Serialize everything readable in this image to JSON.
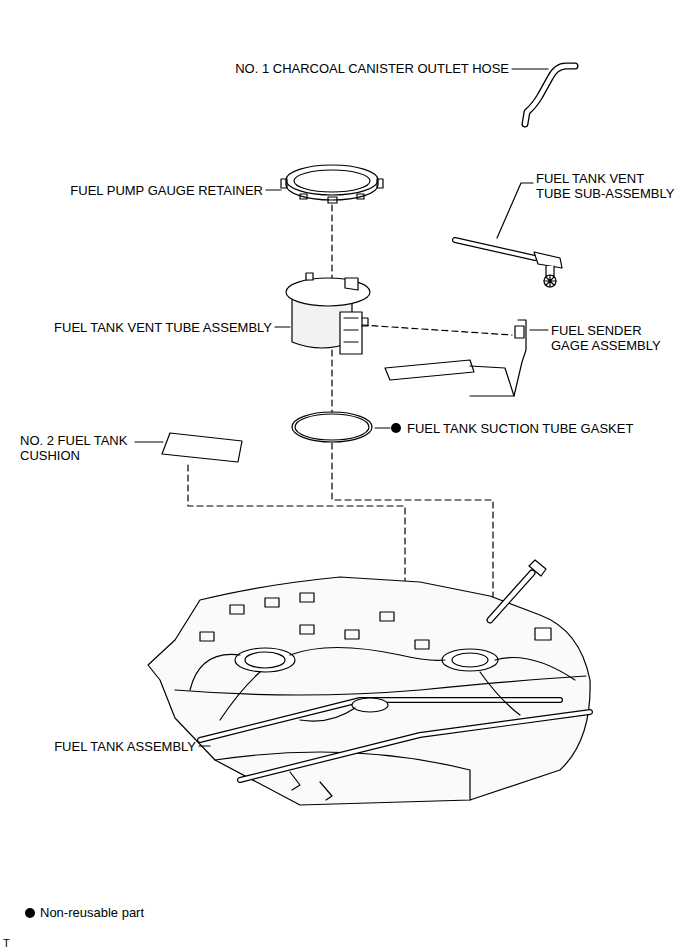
{
  "diagram": {
    "labels": [
      "NO. 1 CHARCOAL CANISTER OUTLET HOSE",
      "FUEL PUMP GAUGE RETAINER",
      "FUEL TANK VENT TUBE SUB-ASSEMBLY",
      "FUEL TANK VENT TUBE ASSEMBLY",
      "FUEL SENDER GAGE ASSEMBLY",
      "FUEL TANK SUCTION TUBE GASKET",
      "NO. 2 FUEL TANK CUSHION",
      "FUEL TANK ASSEMBLY",
      "T"
    ],
    "legend": [
      {
        "text": "Non-reusable part"
      }
    ]
  }
}
